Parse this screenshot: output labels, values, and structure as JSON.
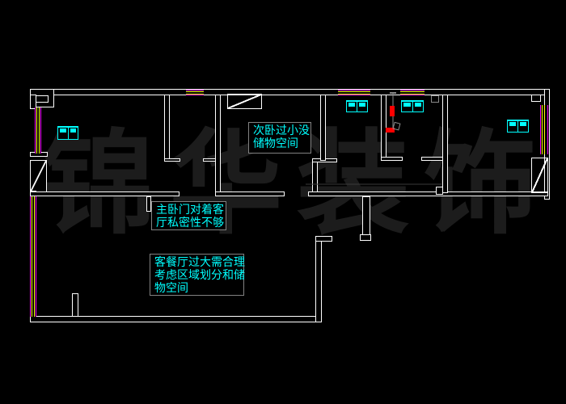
{
  "drawing": {
    "type": "apartment-floor-plan",
    "background": "#000000",
    "watermark": {
      "text": "锦华装饰",
      "chars": [
        "锦",
        "华",
        "装",
        "饰"
      ],
      "color": "#1c1c1c"
    },
    "notes": [
      {
        "id": "secondary-bedroom",
        "text": "次卧过小没储物空间",
        "lines": [
          "次卧过小没",
          "储物空间"
        ]
      },
      {
        "id": "master-bedroom",
        "text": "主卧门对着客厅私密性不够",
        "lines": [
          "主卧门对着客",
          "厅私密性不够"
        ]
      },
      {
        "id": "living-dining",
        "text": "客餐厅过大需合理考虑区域划分和储物空间",
        "lines": [
          "客餐厅过大需合理",
          "考虑区域划分和储",
          "物空间"
        ]
      }
    ],
    "colors": {
      "wall": "#ffffff",
      "window_frame": "#ff00ff",
      "window_pane": "#ffff00",
      "radiator": "#00ffff",
      "note_text": "#00ffff",
      "note_border": "#828282",
      "electric_symbol": "#ff0000",
      "detail_gray": "#8a8a8a"
    }
  }
}
